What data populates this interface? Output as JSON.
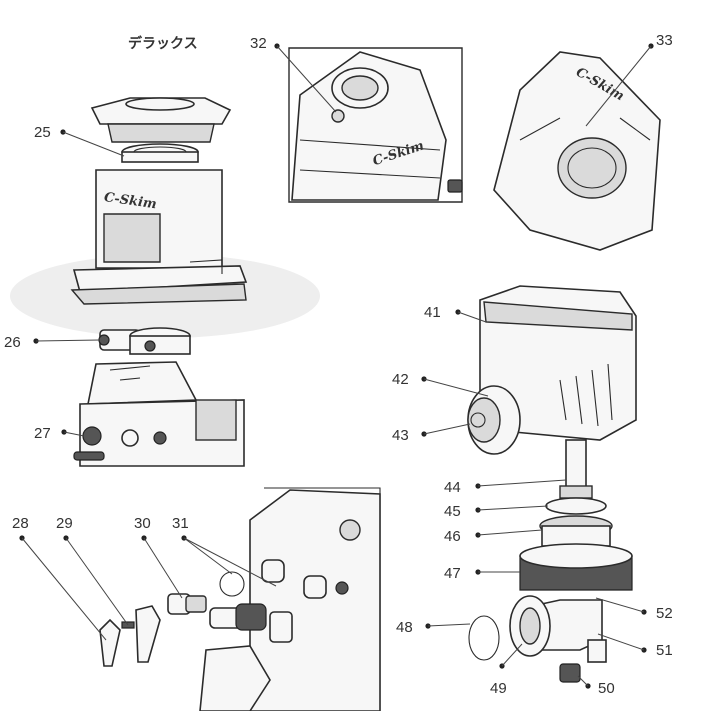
{
  "title": "デラックス",
  "brand_logo": "C-Skim",
  "callouts": [
    "25",
    "26",
    "27",
    "28",
    "29",
    "30",
    "31",
    "32",
    "33",
    "41",
    "42",
    "43",
    "44",
    "45",
    "46",
    "47",
    "48",
    "49",
    "50",
    "51",
    "52"
  ],
  "colors": {
    "line": "#2b2b2b",
    "highlight": "#eeeeee",
    "background": "#ffffff"
  }
}
